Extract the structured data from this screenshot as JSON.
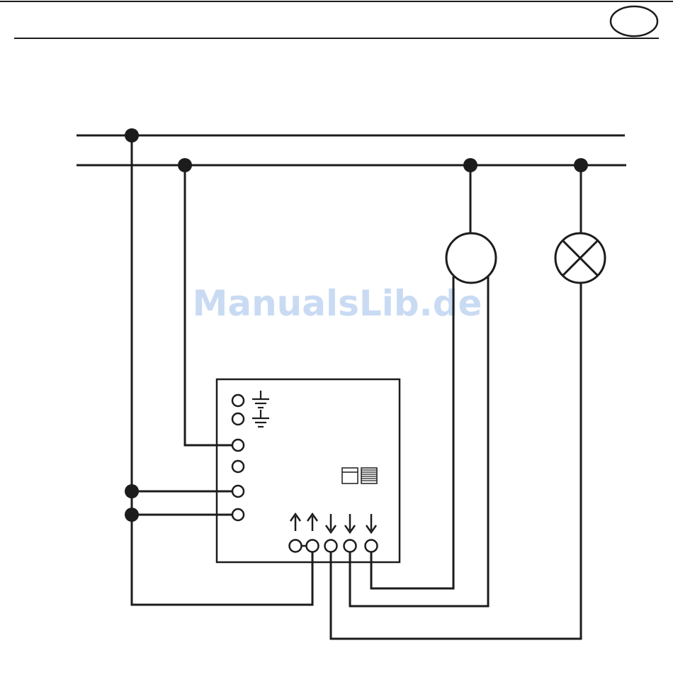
{
  "page": {
    "header_badge_text": ""
  },
  "watermark": {
    "text": "ManualsLib.de"
  },
  "diagram": {
    "colors": {
      "line": "#1c1c1c",
      "background": "#ffffff",
      "watermark": "#c9dbf3"
    },
    "icons": {
      "ground_terminal_symbol": "earth-ground-icon",
      "blind_status_symbol": "window-blind-icon",
      "up_arrow": "arrow-up-icon",
      "down_arrow": "arrow-down-icon",
      "motor_load": "motor-circle-icon",
      "lamp_load": "lamp-cross-icon"
    },
    "device_terminals": {
      "left_column_count": 6,
      "bottom_row_count": 5,
      "bottom_arrows": [
        "up",
        "up",
        "down",
        "down",
        "down"
      ]
    }
  }
}
